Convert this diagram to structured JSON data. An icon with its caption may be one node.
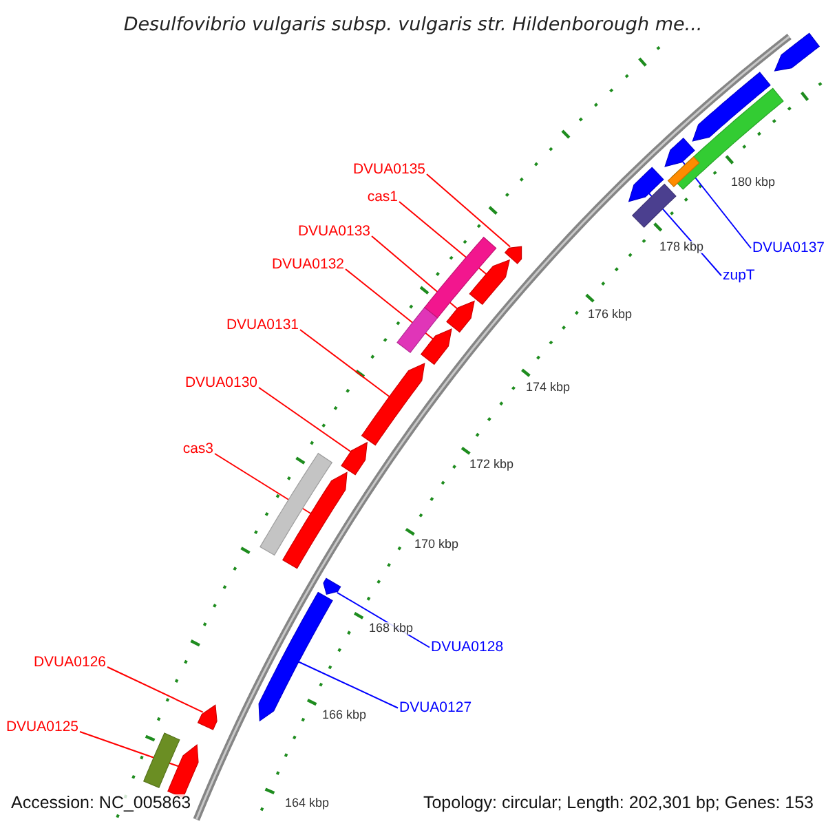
{
  "diagram": {
    "title": "Desulfovibrio vulgaris subsp. vulgaris str. Hildenborough me...",
    "nodes": [
      {
        "text": [
          "DVUA0135"
        ]
      },
      {
        "text": [
          "cas1"
        ]
      },
      {
        "text": [
          "DVUA0133"
        ]
      },
      {
        "text": [
          "DVUA0132"
        ]
      },
      {
        "text": [
          "DVUA0131"
        ]
      },
      {
        "text": [
          "DVUA0130"
        ]
      },
      {
        "text": [
          "cas3"
        ]
      },
      {
        "text": [
          "zupT"
        ]
      },
      {
        "text": [
          "DVUA0137"
        ]
      },
      {
        "text": [
          "DVUA0128"
        ]
      },
      {
        "text": [
          "DVUA0127"
        ]
      },
      {
        "text": [
          "DVUA0126"
        ]
      },
      {
        "text": [
          "DVUA0125"
        ]
      },
      {
        "text": [],
        "shape": "arrow"
      },
      {
        "text": [],
        "shape": "arrow"
      },
      {
        "text": [],
        "shape": "arrow"
      },
      {
        "text": [],
        "shape": "arrow"
      },
      {
        "text": [],
        "shape": "arrow"
      },
      {
        "text": [],
        "shape": "arrow"
      },
      {
        "text": [],
        "shape": "arrow"
      },
      {
        "text": [],
        "shape": "arrow"
      },
      {
        "text": [],
        "shape": "arrow"
      },
      {
        "text": [],
        "shape": "arrow"
      },
      {
        "text": [],
        "shape": "arrow"
      },
      {
        "text": [],
        "shape": "arrow"
      },
      {
        "text": [],
        "shape": "arrow"
      },
      {
        "text": [],
        "shape": "arrow"
      },
      {
        "text": [],
        "shape": "arrow"
      },
      {
        "text": [],
        "shape": "bar"
      },
      {
        "text": [],
        "shape": "bar"
      },
      {
        "text": [],
        "shape": "bar"
      },
      {
        "text": [],
        "shape": "bar"
      },
      {
        "text": [],
        "shape": "bar"
      },
      {
        "text": [],
        "shape": "bar"
      },
      {
        "text": [],
        "shape": "bar"
      }
    ],
    "edges": [
      {
        "from": 0,
        "to": 23,
        "arrow": "none"
      },
      {
        "from": 1,
        "to": 22,
        "arrow": "none"
      },
      {
        "from": 2,
        "to": 21,
        "arrow": "none"
      },
      {
        "from": 3,
        "to": 20,
        "arrow": "none"
      },
      {
        "from": 4,
        "to": 19,
        "arrow": "none"
      },
      {
        "from": 5,
        "to": 18,
        "arrow": "none"
      },
      {
        "from": 6,
        "to": 17,
        "arrow": "none"
      },
      {
        "from": 7,
        "to": 24,
        "arrow": "none",
        "color": "#0000ff"
      },
      {
        "from": 8,
        "to": 25,
        "arrow": "none",
        "color": "#0000ff"
      },
      {
        "from": 9,
        "to": 16,
        "arrow": "none",
        "color": "#0000ff"
      },
      {
        "from": 10,
        "to": 15,
        "arrow": "none",
        "color": "#0000ff"
      },
      {
        "from": 11,
        "to": 14,
        "arrow": "none"
      },
      {
        "from": 12,
        "to": 13,
        "arrow": "none"
      }
    ],
    "labels": [
      "180 kbp",
      "178 kbp",
      "176 kbp",
      "174 kbp",
      "172 kbp",
      "170 kbp",
      "168 kbp",
      "166 kbp",
      "164 kbp",
      "Accession: NC_005863",
      "Topology: circular; Length: 202,301 bp; Genes: 153"
    ]
  }
}
